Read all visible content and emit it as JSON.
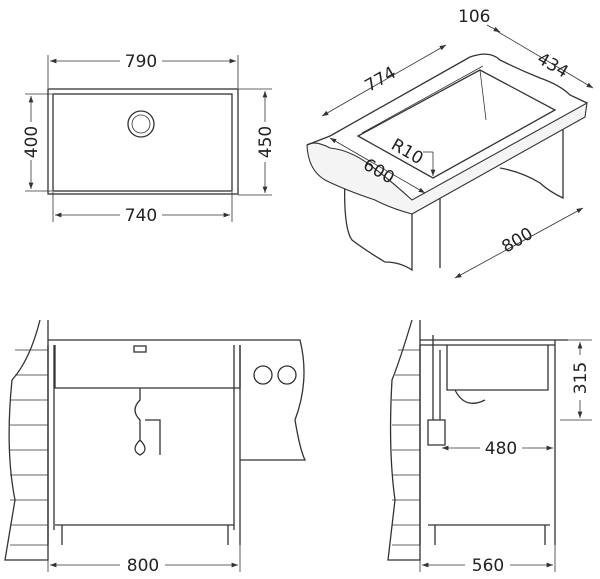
{
  "title": "Undermount sink installation dimensions",
  "top_view": {
    "outer_width": "790",
    "inner_width": "740",
    "inner_depth": "400",
    "outer_depth": "450"
  },
  "iso_view": {
    "cutout_length": "774",
    "cutout_depth": "434",
    "edge_offset": "106",
    "corner_radius": "R10",
    "worktop_depth": "600",
    "cabinet_width": "800"
  },
  "front_view": {
    "cabinet_width": "800"
  },
  "side_view": {
    "bowl_depth": "315",
    "drain_offset": "480",
    "cabinet_depth": "560"
  }
}
